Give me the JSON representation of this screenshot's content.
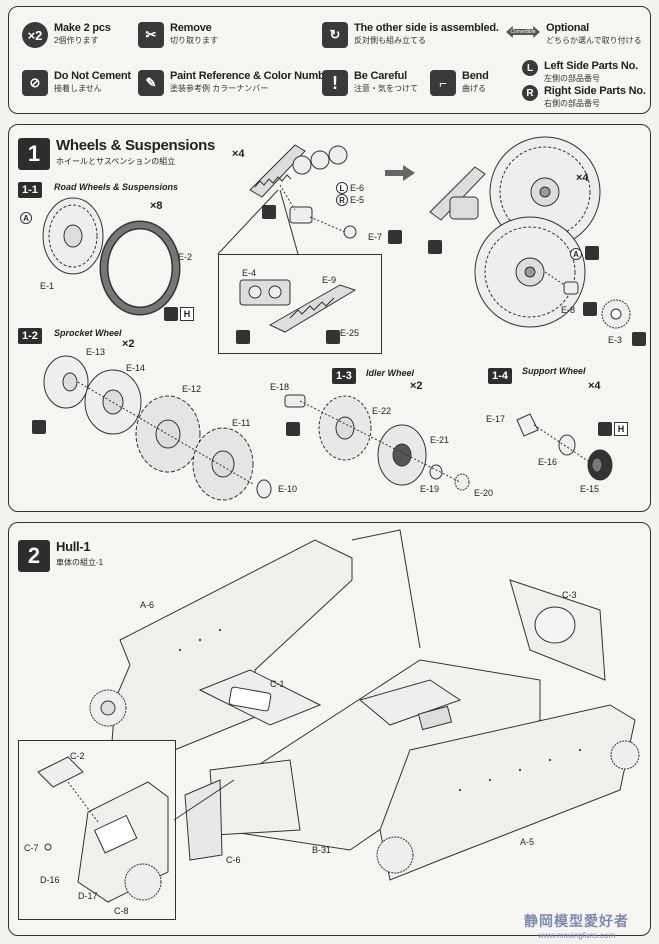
{
  "legend": {
    "make2": {
      "badge": "×2",
      "title": "Make 2 pcs",
      "sub": "2個作ります"
    },
    "remove": {
      "title": "Remove",
      "sub": "切り取ります"
    },
    "other_side": {
      "title": "The other side is assembled.",
      "sub": "反対側も組み立てる"
    },
    "optional": {
      "badge": "Convertible",
      "title": "Optional",
      "sub": "どちらか選んで取り付ける"
    },
    "no_cement": {
      "title": "Do Not Cement",
      "sub": "接着しません"
    },
    "paint_ref": {
      "title": "Paint Reference & Color Number",
      "sub": "塗装参考例 カラーナンバー"
    },
    "careful": {
      "badge": "!",
      "title": "Be Careful",
      "sub": "注意・気をつけて"
    },
    "bend": {
      "title": "Bend",
      "sub": "曲げる"
    },
    "left_parts": {
      "badge": "L",
      "title": "Left Side Parts No.",
      "sub": "左側の部品番号"
    },
    "right_parts": {
      "badge": "R",
      "title": "Right Side Parts No.",
      "sub": "右側の部品番号"
    }
  },
  "step1": {
    "number": "1",
    "title": "Wheels & Suspensions",
    "sub": "ホイールとサスペンションの組立",
    "top_qty": "×4",
    "top_right_qty": "×4",
    "parts_top": {
      "e6": "E-6",
      "e5": "E-5",
      "e7": "E-7",
      "e4": "E-4",
      "e9": "E-9",
      "e25": "E-25",
      "e8": "E-8",
      "e3": "E-3",
      "l": "L",
      "r": "R",
      "a": "A"
    },
    "s11": {
      "num": "1-1",
      "title": "Road Wheels & Suspensions",
      "qty": "×8",
      "a": "A",
      "e1": "E-1",
      "e2": "E-2",
      "color": "H"
    },
    "s12": {
      "num": "1-2",
      "title": "Sprocket Wheel",
      "qty": "×2",
      "e13": "E-13",
      "e14": "E-14",
      "e12": "E-12",
      "e11": "E-11",
      "e10": "E-10"
    },
    "s13": {
      "num": "1-3",
      "title": "Idler Wheel",
      "qty": "×2",
      "e18": "E-18",
      "e22": "E-22",
      "e21": "E-21",
      "e19": "E-19",
      "e20": "E-20"
    },
    "s14": {
      "num": "1-4",
      "title": "Support Wheel",
      "qty": "×4",
      "e17": "E-17",
      "e16": "E-16",
      "e15": "E-15",
      "color": "H"
    }
  },
  "step2": {
    "number": "2",
    "title": "Hull-1",
    "sub": "車体の組立-1",
    "parts": {
      "a6": "A-6",
      "c3": "C-3",
      "c1": "C-1",
      "c2": "C-2",
      "c7": "C-7",
      "d16": "D-16",
      "d17": "D-17",
      "c8": "C-8",
      "c6": "C-6",
      "b31": "B-31",
      "a5": "A-5"
    }
  },
  "watermark": {
    "line1": "静岡模型愛好者",
    "line2": "www.moxingfans.com"
  }
}
